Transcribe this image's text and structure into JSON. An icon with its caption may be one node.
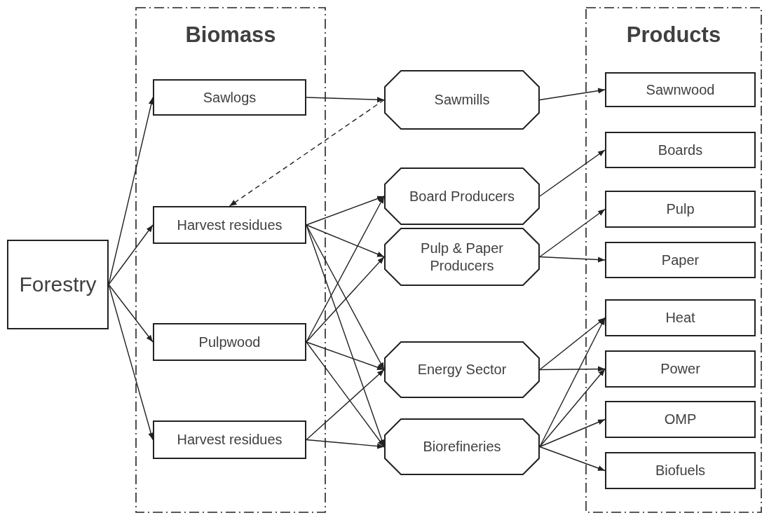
{
  "diagram": {
    "nodes": [
      {
        "text": [
          "Forestry"
        ]
      },
      {
        "text": [
          "Biomass"
        ]
      },
      {
        "text": [
          "Sawlogs"
        ],
        "in": 1
      },
      {
        "text": [
          "Harvest residues"
        ],
        "in": 1
      },
      {
        "text": [
          "Pulpwood"
        ],
        "in": 1
      },
      {
        "text": [
          "Harvest residues"
        ],
        "in": 1
      },
      {
        "text": [
          "Sawmills"
        ]
      },
      {
        "text": [
          "Board Producers"
        ]
      },
      {
        "text": [
          "Pulp & Paper Producers"
        ]
      },
      {
        "text": [
          "Energy Sector"
        ]
      },
      {
        "text": [
          "Biorefineries"
        ]
      },
      {
        "text": [
          "Products"
        ]
      },
      {
        "text": [
          "Sawnwood"
        ],
        "in": 11
      },
      {
        "text": [
          "Boards"
        ],
        "in": 11
      },
      {
        "text": [
          "Pulp"
        ],
        "in": 11
      },
      {
        "text": [
          "Paper"
        ],
        "in": 11
      },
      {
        "text": [
          "Heat"
        ],
        "in": 11
      },
      {
        "text": [
          "Power"
        ],
        "in": 11
      },
      {
        "text": [
          "OMP"
        ],
        "in": 11
      },
      {
        "text": [
          "Biofuels"
        ],
        "in": 11
      }
    ],
    "edges": [
      {
        "from": 0,
        "to": 2,
        "arrow": "to"
      },
      {
        "from": 0,
        "to": 3,
        "arrow": "to"
      },
      {
        "from": 0,
        "to": 4,
        "arrow": "to"
      },
      {
        "from": 0,
        "to": 5,
        "arrow": "to"
      },
      {
        "from": 2,
        "to": 6,
        "arrow": "to"
      },
      {
        "from": 6,
        "to": 3,
        "arrow": "to",
        "style": "dashed"
      },
      {
        "from": 3,
        "to": 7,
        "arrow": "to"
      },
      {
        "from": 3,
        "to": 8,
        "arrow": "to"
      },
      {
        "from": 3,
        "to": 9,
        "arrow": "to"
      },
      {
        "from": 3,
        "to": 10,
        "arrow": "to"
      },
      {
        "from": 4,
        "to": 7,
        "arrow": "to"
      },
      {
        "from": 4,
        "to": 8,
        "arrow": "to"
      },
      {
        "from": 4,
        "to": 9,
        "arrow": "to"
      },
      {
        "from": 4,
        "to": 10,
        "arrow": "to"
      },
      {
        "from": 5,
        "to": 9,
        "arrow": "to"
      },
      {
        "from": 5,
        "to": 10,
        "arrow": "to"
      },
      {
        "from": 6,
        "to": 12,
        "arrow": "to"
      },
      {
        "from": 7,
        "to": 13,
        "arrow": "to"
      },
      {
        "from": 8,
        "to": 14,
        "arrow": "to"
      },
      {
        "from": 8,
        "to": 15,
        "arrow": "to"
      },
      {
        "from": 9,
        "to": 16,
        "arrow": "to"
      },
      {
        "from": 9,
        "to": 17,
        "arrow": "to"
      },
      {
        "from": 10,
        "to": 16,
        "arrow": "to"
      },
      {
        "from": 10,
        "to": 17,
        "arrow": "to"
      },
      {
        "from": 10,
        "to": 18,
        "arrow": "to"
      },
      {
        "from": 10,
        "to": 19,
        "arrow": "to"
      }
    ]
  }
}
